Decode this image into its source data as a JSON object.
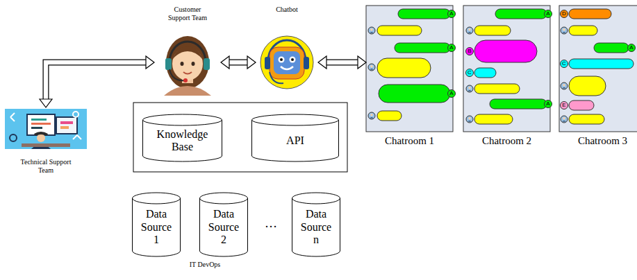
{
  "diagram": {
    "nodes": [
      {
        "text": [
          "Technical Support Team"
        ]
      },
      {
        "text": [
          "Customer Support Team"
        ]
      },
      {
        "text": [
          "Chatbot"
        ]
      },
      {
        "text": [
          "Knowledge Base"
        ]
      },
      {
        "text": [
          "API"
        ]
      },
      {
        "text": [
          "Data Source 1"
        ]
      },
      {
        "text": [
          "Data Source 2"
        ]
      },
      {
        "text": [
          "Data Source n"
        ]
      },
      {
        "text": [
          "Chatroom 1"
        ]
      },
      {
        "text": [
          "Chatroom 2"
        ]
      },
      {
        "text": [
          "Chatroom 3"
        ]
      }
    ],
    "edges": [
      {
        "from": 0,
        "to": 1,
        "arrow": "both"
      },
      {
        "from": 1,
        "to": 2,
        "arrow": "both"
      },
      {
        "from": 2,
        "to": 8,
        "arrow": "both"
      }
    ],
    "labels": [
      "A",
      "A",
      "A",
      "A",
      "B",
      "C",
      "A",
      "D",
      "A",
      "C",
      "E",
      "…",
      "IT DevOps"
    ]
  }
}
